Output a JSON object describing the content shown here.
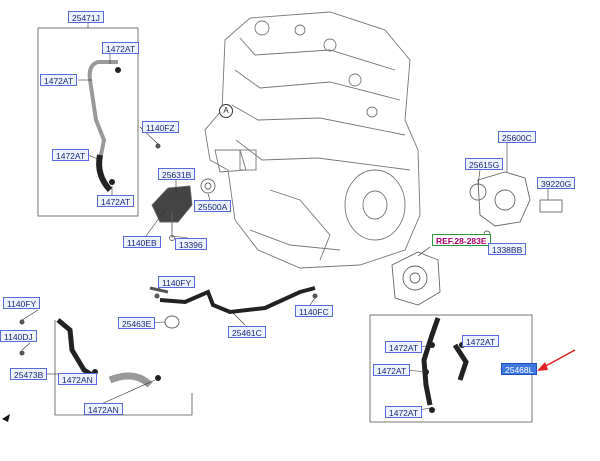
{
  "labels": {
    "p25471J": "25471J",
    "p1472AT_a": "1472AT",
    "p1472AT_b": "1472AT",
    "p1472AT_c": "1472AT",
    "p1472AT_d": "1472AT",
    "p1140FZ": "1140FZ",
    "p25631B": "25631B",
    "p25500A": "25500A",
    "p1140EB": "1140EB",
    "p13396": "13396",
    "p25600C": "25600C",
    "p25615G": "25615G",
    "p39220G": "39220G",
    "ref": "REF.28-283E",
    "p1338BB": "1338BB",
    "p1140FY_a": "1140FY",
    "p1140FY_b": "1140FY",
    "p1140DJ": "1140DJ",
    "p25463E": "25463E",
    "p25461C": "25461C",
    "p1140FC": "1140FC",
    "p25473B": "25473B",
    "p1472AN_a": "1472AN",
    "p1472AN_b": "1472AN",
    "p1472AT_e": "1472AT",
    "p1472AT_f": "1472AT",
    "p1472AT_g": "1472AT",
    "p1472AT_h": "1472AT",
    "p25468L": "25468L",
    "circleA": "A"
  },
  "colors": {
    "label_border": "#5a6ad6",
    "label_fill": "#eef2ff",
    "highlight": "#3f78e0",
    "ref_text": "#b0006a",
    "arrow": "#e02020"
  }
}
